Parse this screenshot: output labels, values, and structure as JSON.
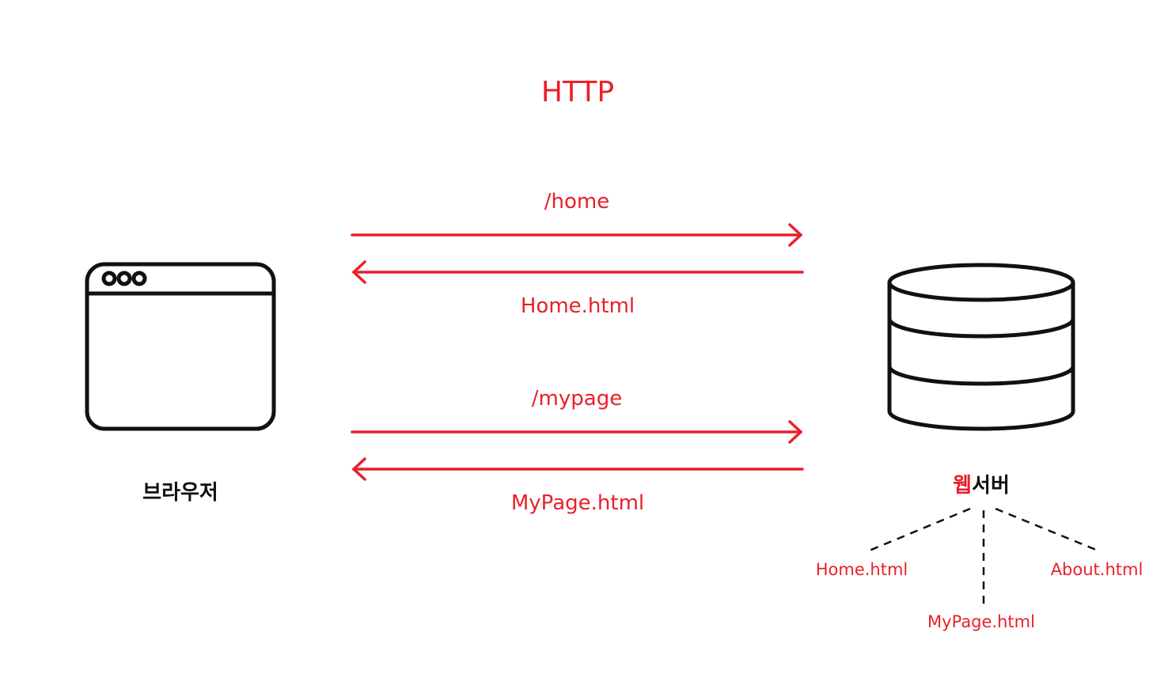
{
  "title": "HTTP",
  "requests": [
    {
      "request": "/home",
      "response": "Home.html"
    },
    {
      "request": "/mypage",
      "response": "MyPage.html"
    }
  ],
  "client": {
    "label": "브라우저",
    "icon": "browser-window-icon"
  },
  "server": {
    "label_highlight": "웹",
    "label_rest": "서버",
    "icon": "database-server-icon"
  },
  "server_files": [
    "Home.html",
    "MyPage.html",
    "About.html"
  ],
  "colors": {
    "accent": "#e8202a",
    "stroke": "#111111"
  }
}
